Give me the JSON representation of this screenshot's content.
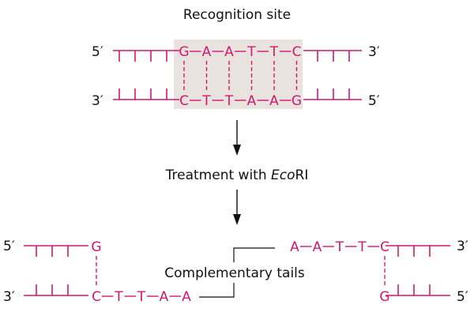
{
  "title": "Recognition site",
  "step_label": {
    "prefix": "Treatment with ",
    "enzyme_italic": "Eco",
    "suffix": "RI"
  },
  "tails_label": "Complementary tails",
  "colors": {
    "dna": "#d4176e",
    "text": "#111111",
    "highlight": "#e8e3df",
    "arrow": "#111111"
  },
  "top_duplex": {
    "top_left_end": "5′",
    "top_right_end": "3′",
    "bottom_left_end": "3′",
    "bottom_right_end": "5′",
    "top_sequence": [
      "G",
      "A",
      "A",
      "T",
      "T",
      "C"
    ],
    "bottom_sequence": [
      "C",
      "T",
      "T",
      "A",
      "A",
      "G"
    ]
  },
  "left_fragment": {
    "top_end": "5′",
    "bottom_end": "3′",
    "top_overhang": [
      "G"
    ],
    "bottom_sequence": [
      "C",
      "T",
      "T",
      "A",
      "A"
    ]
  },
  "right_fragment": {
    "top_end": "3′",
    "bottom_end": "5′",
    "top_sequence": [
      "A",
      "A",
      "T",
      "T",
      "C"
    ],
    "bottom_overhang": [
      "G"
    ]
  }
}
